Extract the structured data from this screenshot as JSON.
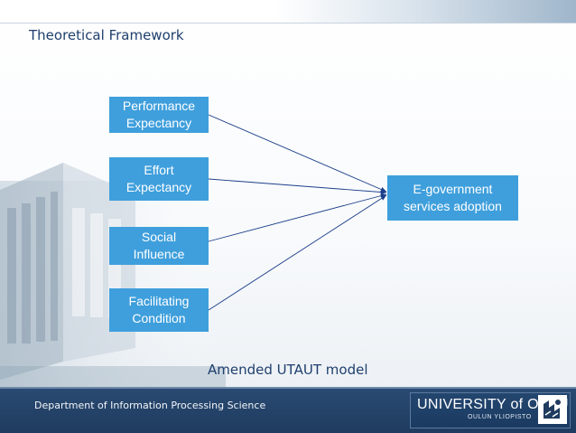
{
  "slide": {
    "title": "Theoretical Framework",
    "caption": "Amended UTAUT model",
    "footer_text": "Department of Information Processing Science"
  },
  "diagram": {
    "inputs": [
      {
        "label": "Performance\nExpectancy"
      },
      {
        "label": "Effort\nExpectancy"
      },
      {
        "label": "Social\nInfluence"
      },
      {
        "label": "Facilitating\nCondition"
      }
    ],
    "outcome": {
      "label": "E-government\nservices adoption"
    },
    "box_color": "#3f9fdc",
    "arrow_color": "#1c3e8a"
  },
  "logo": {
    "name": "UNIVERSITY of OULU",
    "subname": "OULUN YLIOPISTO"
  }
}
